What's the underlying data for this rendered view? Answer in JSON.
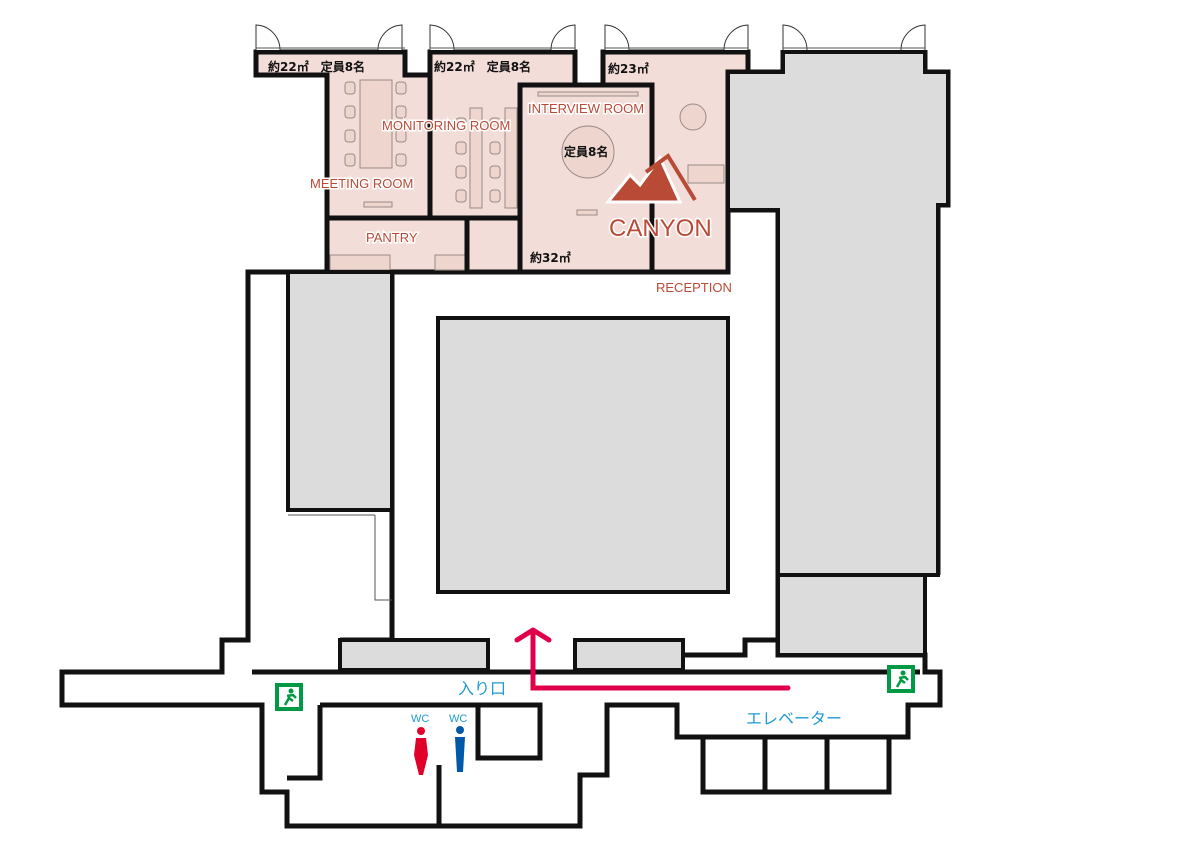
{
  "rooms": {
    "meeting": {
      "label": "MEETING ROOM",
      "area": "約22㎡　定員8名"
    },
    "monitoring": {
      "label": "MONITORING ROOM",
      "area": "約22㎡　定員8名"
    },
    "interview": {
      "label": "INTERVIEW ROOM",
      "capacity": "定員8名",
      "area": "約32㎡"
    },
    "reception": {
      "label": "RECEPTION",
      "area": "約23㎡"
    },
    "pantry": {
      "label": "PANTRY"
    }
  },
  "logo": {
    "text": "CANYON",
    "color": "#b84a36"
  },
  "labels": {
    "entrance": "入り口",
    "elevator": "エレベーター",
    "wc_women": "WC",
    "wc_men": "WC"
  },
  "colors": {
    "room_fill": "#f3ddd8",
    "label_red": "#b84a36",
    "arrow": "#e0004a",
    "exit_green": "#009944",
    "label_blue": "#1e9ad6",
    "women": "#e0002a",
    "men": "#0058a8"
  },
  "icons": [
    "emergency-exit-icon",
    "women-icon",
    "men-icon",
    "canyon-mountain-icon",
    "route-arrow-icon"
  ]
}
